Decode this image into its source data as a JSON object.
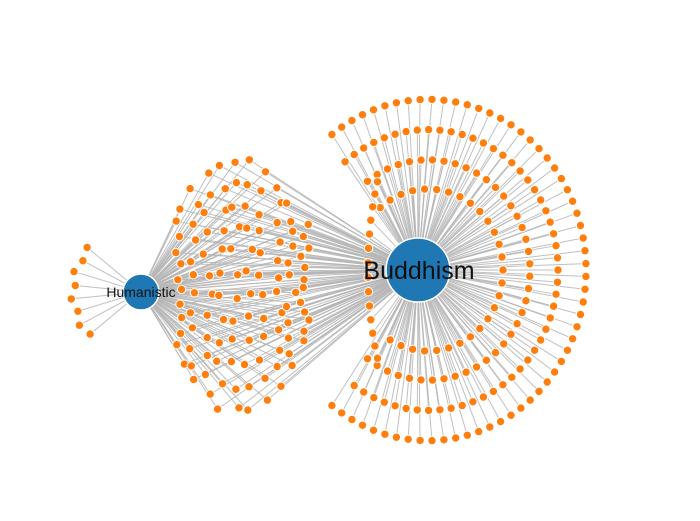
{
  "graph": {
    "hubs": [
      {
        "id": "humanistic",
        "label": "Humanistic",
        "degree": 140
      },
      {
        "id": "buddhism",
        "label": "Buddhism",
        "degree": 300
      }
    ],
    "shared_neighbors": 120,
    "colors": {
      "hub": "#1f77b4",
      "leaf": "#ff7f0e",
      "edge": "#b5b5b5",
      "label": "#111111",
      "background": "#ffffff"
    }
  }
}
